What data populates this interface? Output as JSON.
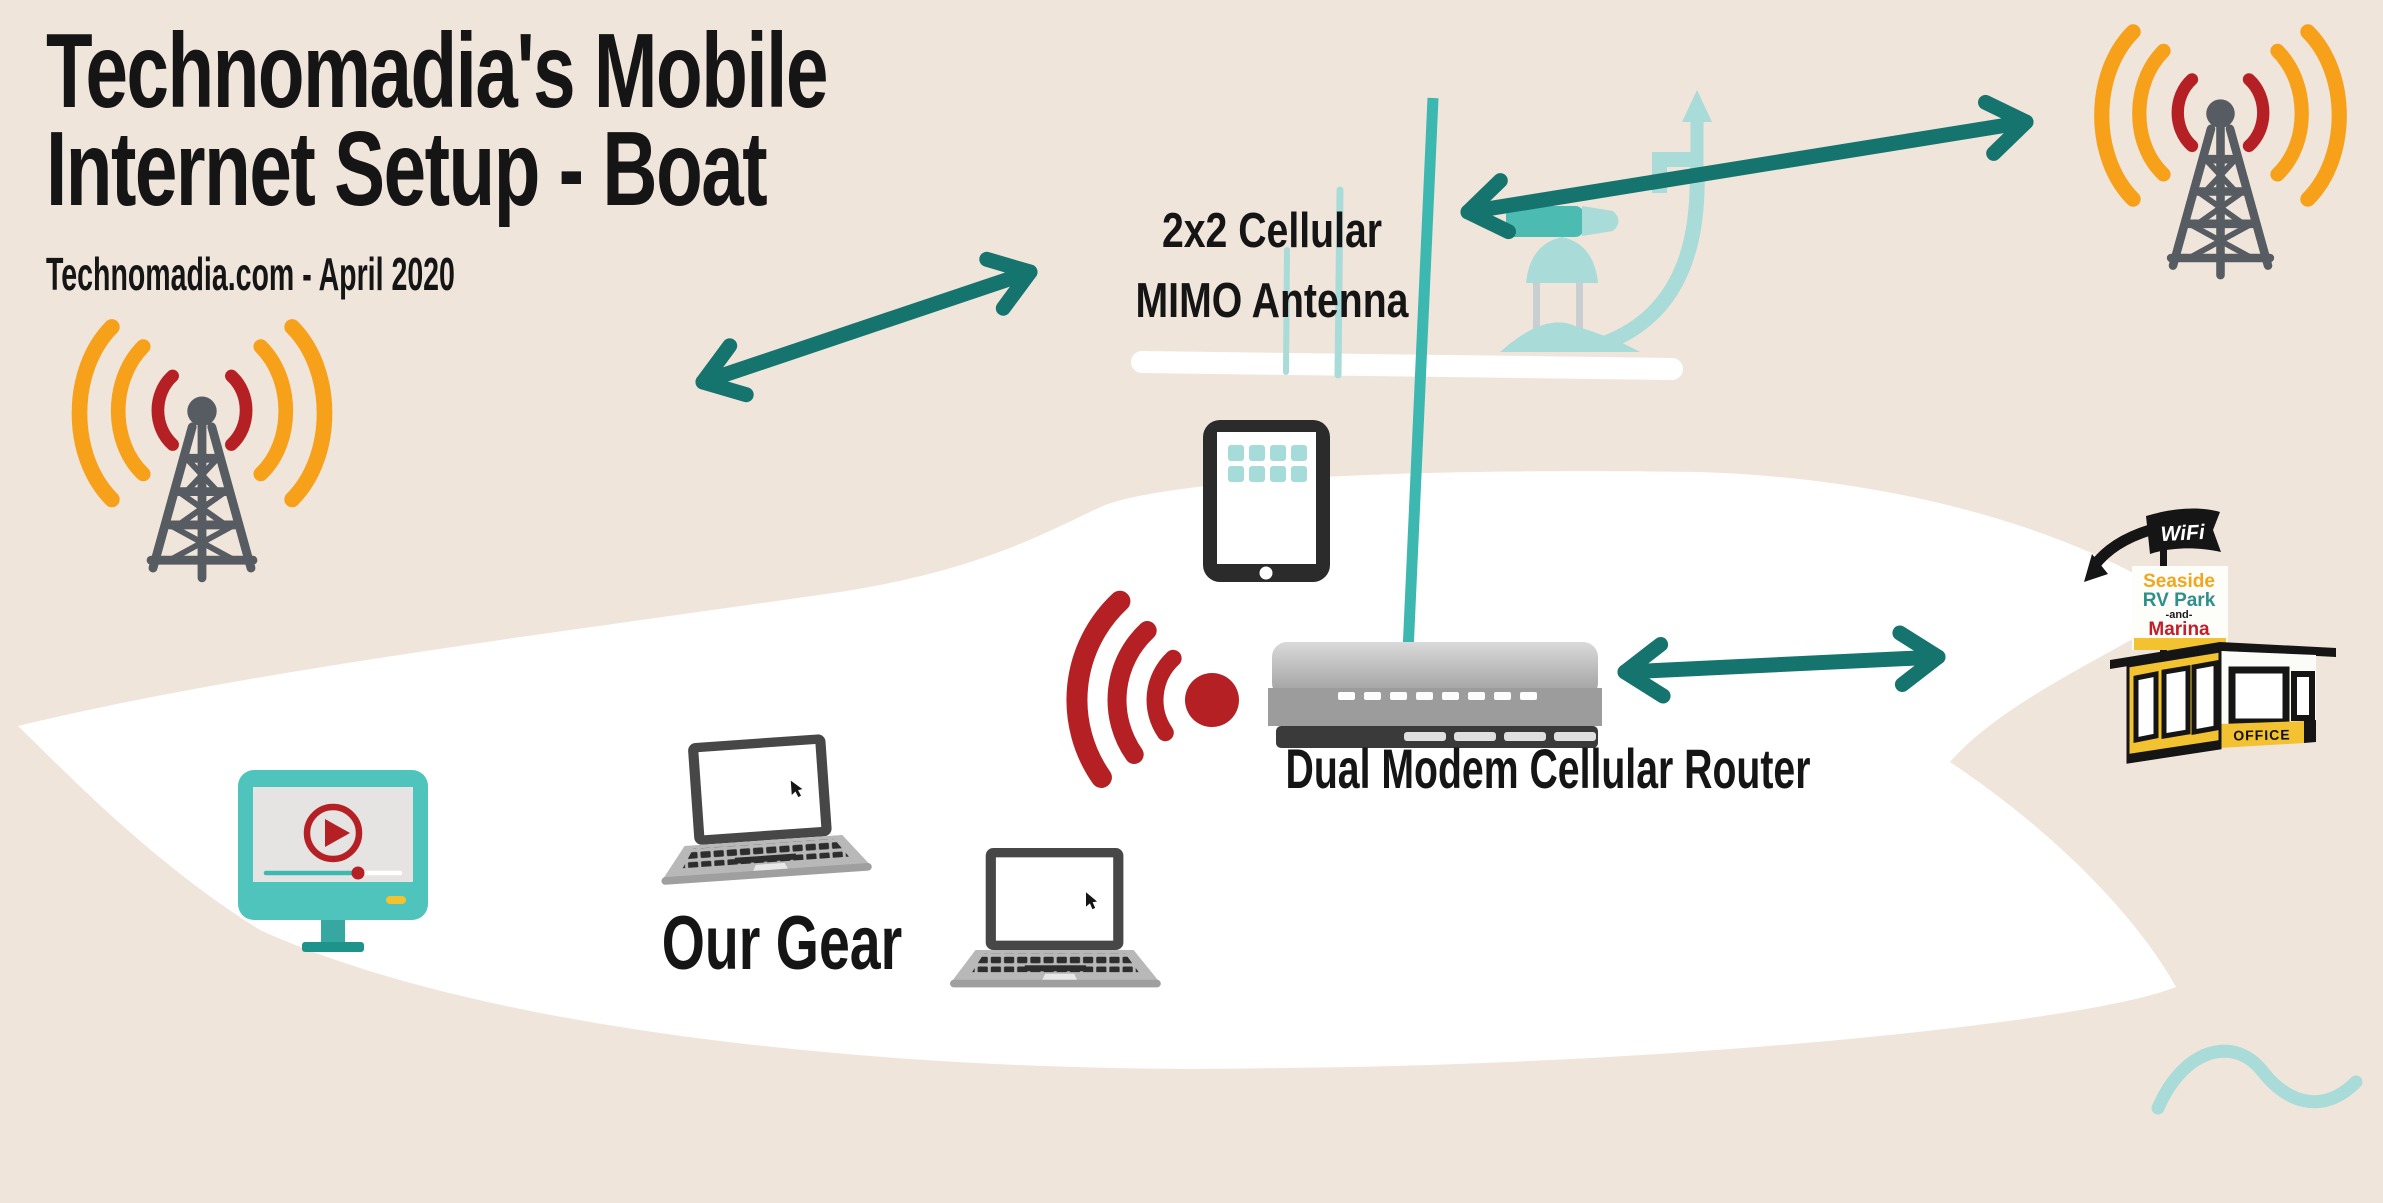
{
  "title": {
    "line1": "Technomadia's Mobile",
    "line2": "Internet Setup - Boat",
    "subtitle": "Technomadia.com - April 2020"
  },
  "labels": {
    "antenna_line1": "2x2 Cellular",
    "antenna_line2": "MIMO Antenna",
    "router": "Dual Modem Cellular Router",
    "our_gear": "Our Gear"
  },
  "office_sign": {
    "flag": "WiFi",
    "line1": "Seaside",
    "line2": "RV Park",
    "line3": "-and-",
    "line4": "Marina",
    "banner": "OFFICE"
  },
  "icons": {
    "cell_tower_left": "cell-tower-with-signal",
    "cell_tower_right": "cell-tower-with-signal",
    "tablet": "tablet-with-apps",
    "wifi": "wifi-signal",
    "router": "dual-modem-router-box",
    "tv": "smart-tv-video-player",
    "laptop_tilted": "laptop-with-cursor",
    "laptop_front": "laptop-with-cursor",
    "marina_office": "marina-wifi-office-building",
    "mimo_antennas": "two-thin-antenna-whips",
    "radar_arch": "boat-radar-arch",
    "wave": "water-squiggle",
    "arrows": "double-headed-connection-arrows"
  },
  "colors": {
    "background": "#f0e5db",
    "boat": "#ffffff",
    "text": "#151515",
    "arrow_teal": "#15756e",
    "mast_teal": "#3cb8b0",
    "light_teal": "#a9dbd9",
    "radar_teal": "#4cbcb3",
    "tv_teal": "#4fc4bc",
    "orange": "#f7a11b",
    "red": "#b42023",
    "tower_gray": "#565c61",
    "yellow": "#f2c230"
  }
}
